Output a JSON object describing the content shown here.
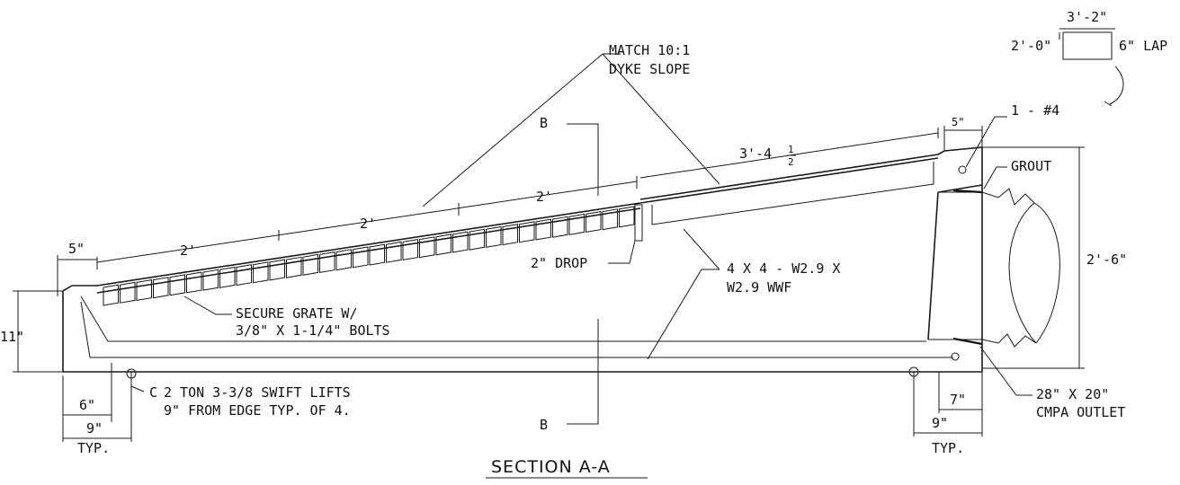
{
  "labels": {
    "match_slope_1": "MATCH 10:1",
    "match_slope_2": "DYKE SLOPE",
    "lap_width": "3'-2\"",
    "lap_height": "2'-0\"",
    "lap_note": "6\" LAP",
    "rebar": "1 - #4",
    "grout": "GROUT",
    "dim_3_4_half": "3'-4",
    "half_num": "1",
    "half_den": "2",
    "dim_5_top": "5\"",
    "section_b_top": "B",
    "section_b_bottom": "B",
    "dim_2_left": "2'",
    "dim_2_mid": "2'",
    "dim_2_right": "2'",
    "dim_5_left": "5\"",
    "drop": "2\" DROP",
    "wwf_1": "4 X 4 - W2.9 X",
    "wwf_2": "W2.9 WWF",
    "height_2_6": "2'-6\"",
    "dim_11": "11\"",
    "grate_1": "SECURE GRATE W/",
    "grate_2": "3/8\" X 1-1/4\" BOLTS",
    "lifts_cl": "C",
    "lifts_1": "2 TON 3-3/8 SWIFT LIFTS",
    "lifts_2": "9\" FROM EDGE TYP. OF 4.",
    "dim_6": "6\"",
    "dim_9_left": "9\"",
    "typ_left": "TYP.",
    "dim_7": "7\"",
    "dim_9_right": "9\"",
    "typ_right": "TYP.",
    "outlet_1": "28\" X 20\"",
    "outlet_2": "CMPA OUTLET",
    "title": "SECTION A-A"
  }
}
